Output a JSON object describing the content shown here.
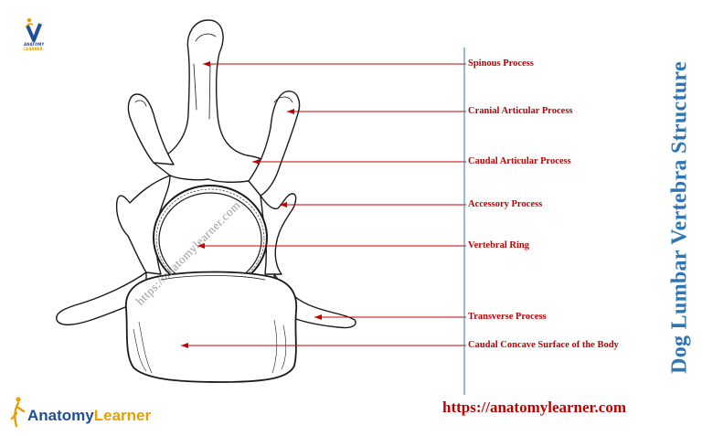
{
  "title": "Dog Lumbar Vertebra Structure",
  "website": "https://anatomylearner.com",
  "watermark": "https://anatomylearner.com",
  "brand": {
    "part1": "Anatomy",
    "part2": "Learner"
  },
  "logo_small": {
    "letter": "V",
    "caption_line1": "ANATOMY",
    "caption_line2": "LEARNER"
  },
  "labels": [
    "Spinous Process",
    "Cranial Articular Process",
    "Caudal Articular Process",
    "Accessory Process",
    "Vertebral Ring",
    "Transverse Process",
    "Caudal Concave Surface of the Body"
  ],
  "colors": {
    "label": "#c00000",
    "title": "#2e75b6",
    "leader": "#c00000",
    "divider": "#2e75b6"
  }
}
